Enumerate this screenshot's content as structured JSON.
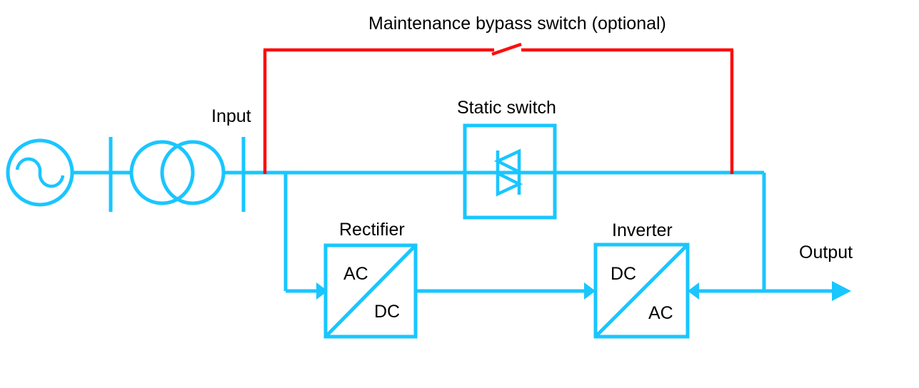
{
  "diagram": {
    "type": "single-line-block-diagram",
    "subject": "Double-conversion UPS topology",
    "colors": {
      "wire": "#19C6FF",
      "bypass": "#FE0D0D",
      "text": "#000000",
      "background": "#FFFFFF"
    },
    "titles": {
      "bypass": "Maintenance bypass switch (optional)",
      "static_switch": "Static switch",
      "rectifier": "Rectifier",
      "inverter": "Inverter"
    },
    "labels": {
      "input": "Input",
      "output": "Output"
    },
    "blocks": [
      {
        "id": "rectifier",
        "title": "Rectifier",
        "input_side": "AC",
        "output_side": "DC"
      },
      {
        "id": "inverter",
        "title": "Inverter",
        "input_side": "DC",
        "output_side": "AC"
      }
    ],
    "symbols": [
      {
        "id": "ac-source",
        "name": "ac-source-symbol",
        "description": "circle with sine wave"
      },
      {
        "id": "busbar-1",
        "name": "busbar-symbol",
        "description": "vertical bus bar"
      },
      {
        "id": "transformer",
        "name": "transformer-symbol",
        "description": "two overlapping circles"
      },
      {
        "id": "busbar-2",
        "name": "busbar-symbol",
        "description": "vertical bus bar"
      },
      {
        "id": "static-switch",
        "name": "thyristor-pair-symbol",
        "description": "anti-parallel SCR pair"
      },
      {
        "id": "bypass-switch",
        "name": "open-switch-symbol",
        "description": "open knife switch on red bypass line"
      }
    ],
    "flow_arrows": [
      {
        "from": "input-bus",
        "to": "rectifier",
        "direction": "right"
      },
      {
        "from": "rectifier",
        "to": "inverter",
        "direction": "right"
      },
      {
        "from": "output-bus",
        "to": "inverter",
        "direction": "left"
      },
      {
        "from": "output-bus",
        "to": "load",
        "direction": "right"
      }
    ]
  }
}
